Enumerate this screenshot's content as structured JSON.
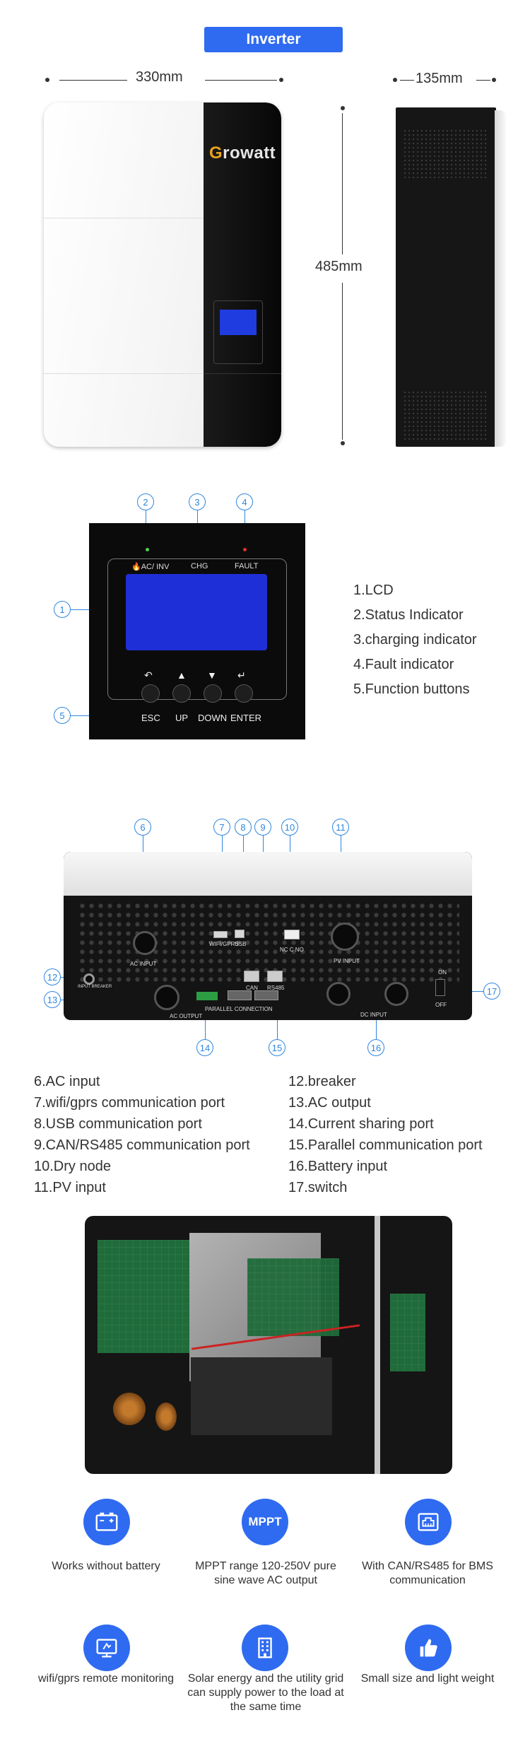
{
  "header": {
    "title": "Inverter"
  },
  "dimensions": {
    "width": "330mm",
    "depth": "135mm",
    "height": "485mm"
  },
  "front": {
    "logo_g": "G",
    "logo_rest": "rowatt"
  },
  "panel": {
    "callouts_top": [
      "2",
      "3",
      "4"
    ],
    "callout_left": "1",
    "callout_bottom": "5",
    "label_ac_inv": "AC/ INV",
    "label_chg": "CHG",
    "label_fault": "FAULT",
    "buttons": [
      "ESC",
      "UP",
      "DOWN",
      "ENTER"
    ],
    "led_green": "#4ad34a",
    "led_red": "#e0302a"
  },
  "panel_legend": [
    "1.LCD",
    "2.Status Indicator",
    "3.charging indicator",
    "4.Fault indicator",
    "5.Function buttons"
  ],
  "bottom_view": {
    "callouts": [
      "6",
      "7",
      "8",
      "9",
      "10",
      "11",
      "12",
      "13",
      "14",
      "15",
      "16",
      "17"
    ],
    "port_labels": {
      "ac_input": "AC INPUT",
      "wifi": "WIFI/GPRS",
      "usb": "USB",
      "can": "CAN",
      "rs485": "RS485",
      "dry": "NC C NO",
      "pv_input": "PV INPUT",
      "breaker": "INPUT BREAKER",
      "ac_output": "AC OUTPUT",
      "parallel": "PARALLEL CONNECTION",
      "dc_input": "DC INPUT",
      "on": "ON",
      "off": "OFF"
    }
  },
  "bottom_legend_left": [
    "6.AC input",
    "7.wifi/gprs communication port",
    "8.USB communication port",
    "9.CAN/RS485 communication port",
    "10.Dry node",
    "11.PV input"
  ],
  "bottom_legend_right": [
    "12.breaker",
    "13.AC output",
    "14.Current sharing port",
    "15.Parallel communication port",
    "16.Battery input",
    "17.switch"
  ],
  "features": [
    {
      "icon": "battery-icon",
      "text": "Works without battery"
    },
    {
      "icon": "mppt-icon",
      "label": "MPPT",
      "text": "MPPT range 120-250V pure sine wave AC output"
    },
    {
      "icon": "network-port-icon",
      "text": "With CAN/RS485 for BMS communication"
    },
    {
      "icon": "monitor-icon",
      "text": "wifi/gprs remote monitoring"
    },
    {
      "icon": "building-icon",
      "text": "Solar energy and the utility grid can supply power to the load at the same time"
    },
    {
      "icon": "thumbs-up-icon",
      "text": "Small size and light weight"
    }
  ],
  "colors": {
    "accent": "#2f6bf0",
    "callout": "#2e86de",
    "lcd": "#1f2fd8"
  }
}
